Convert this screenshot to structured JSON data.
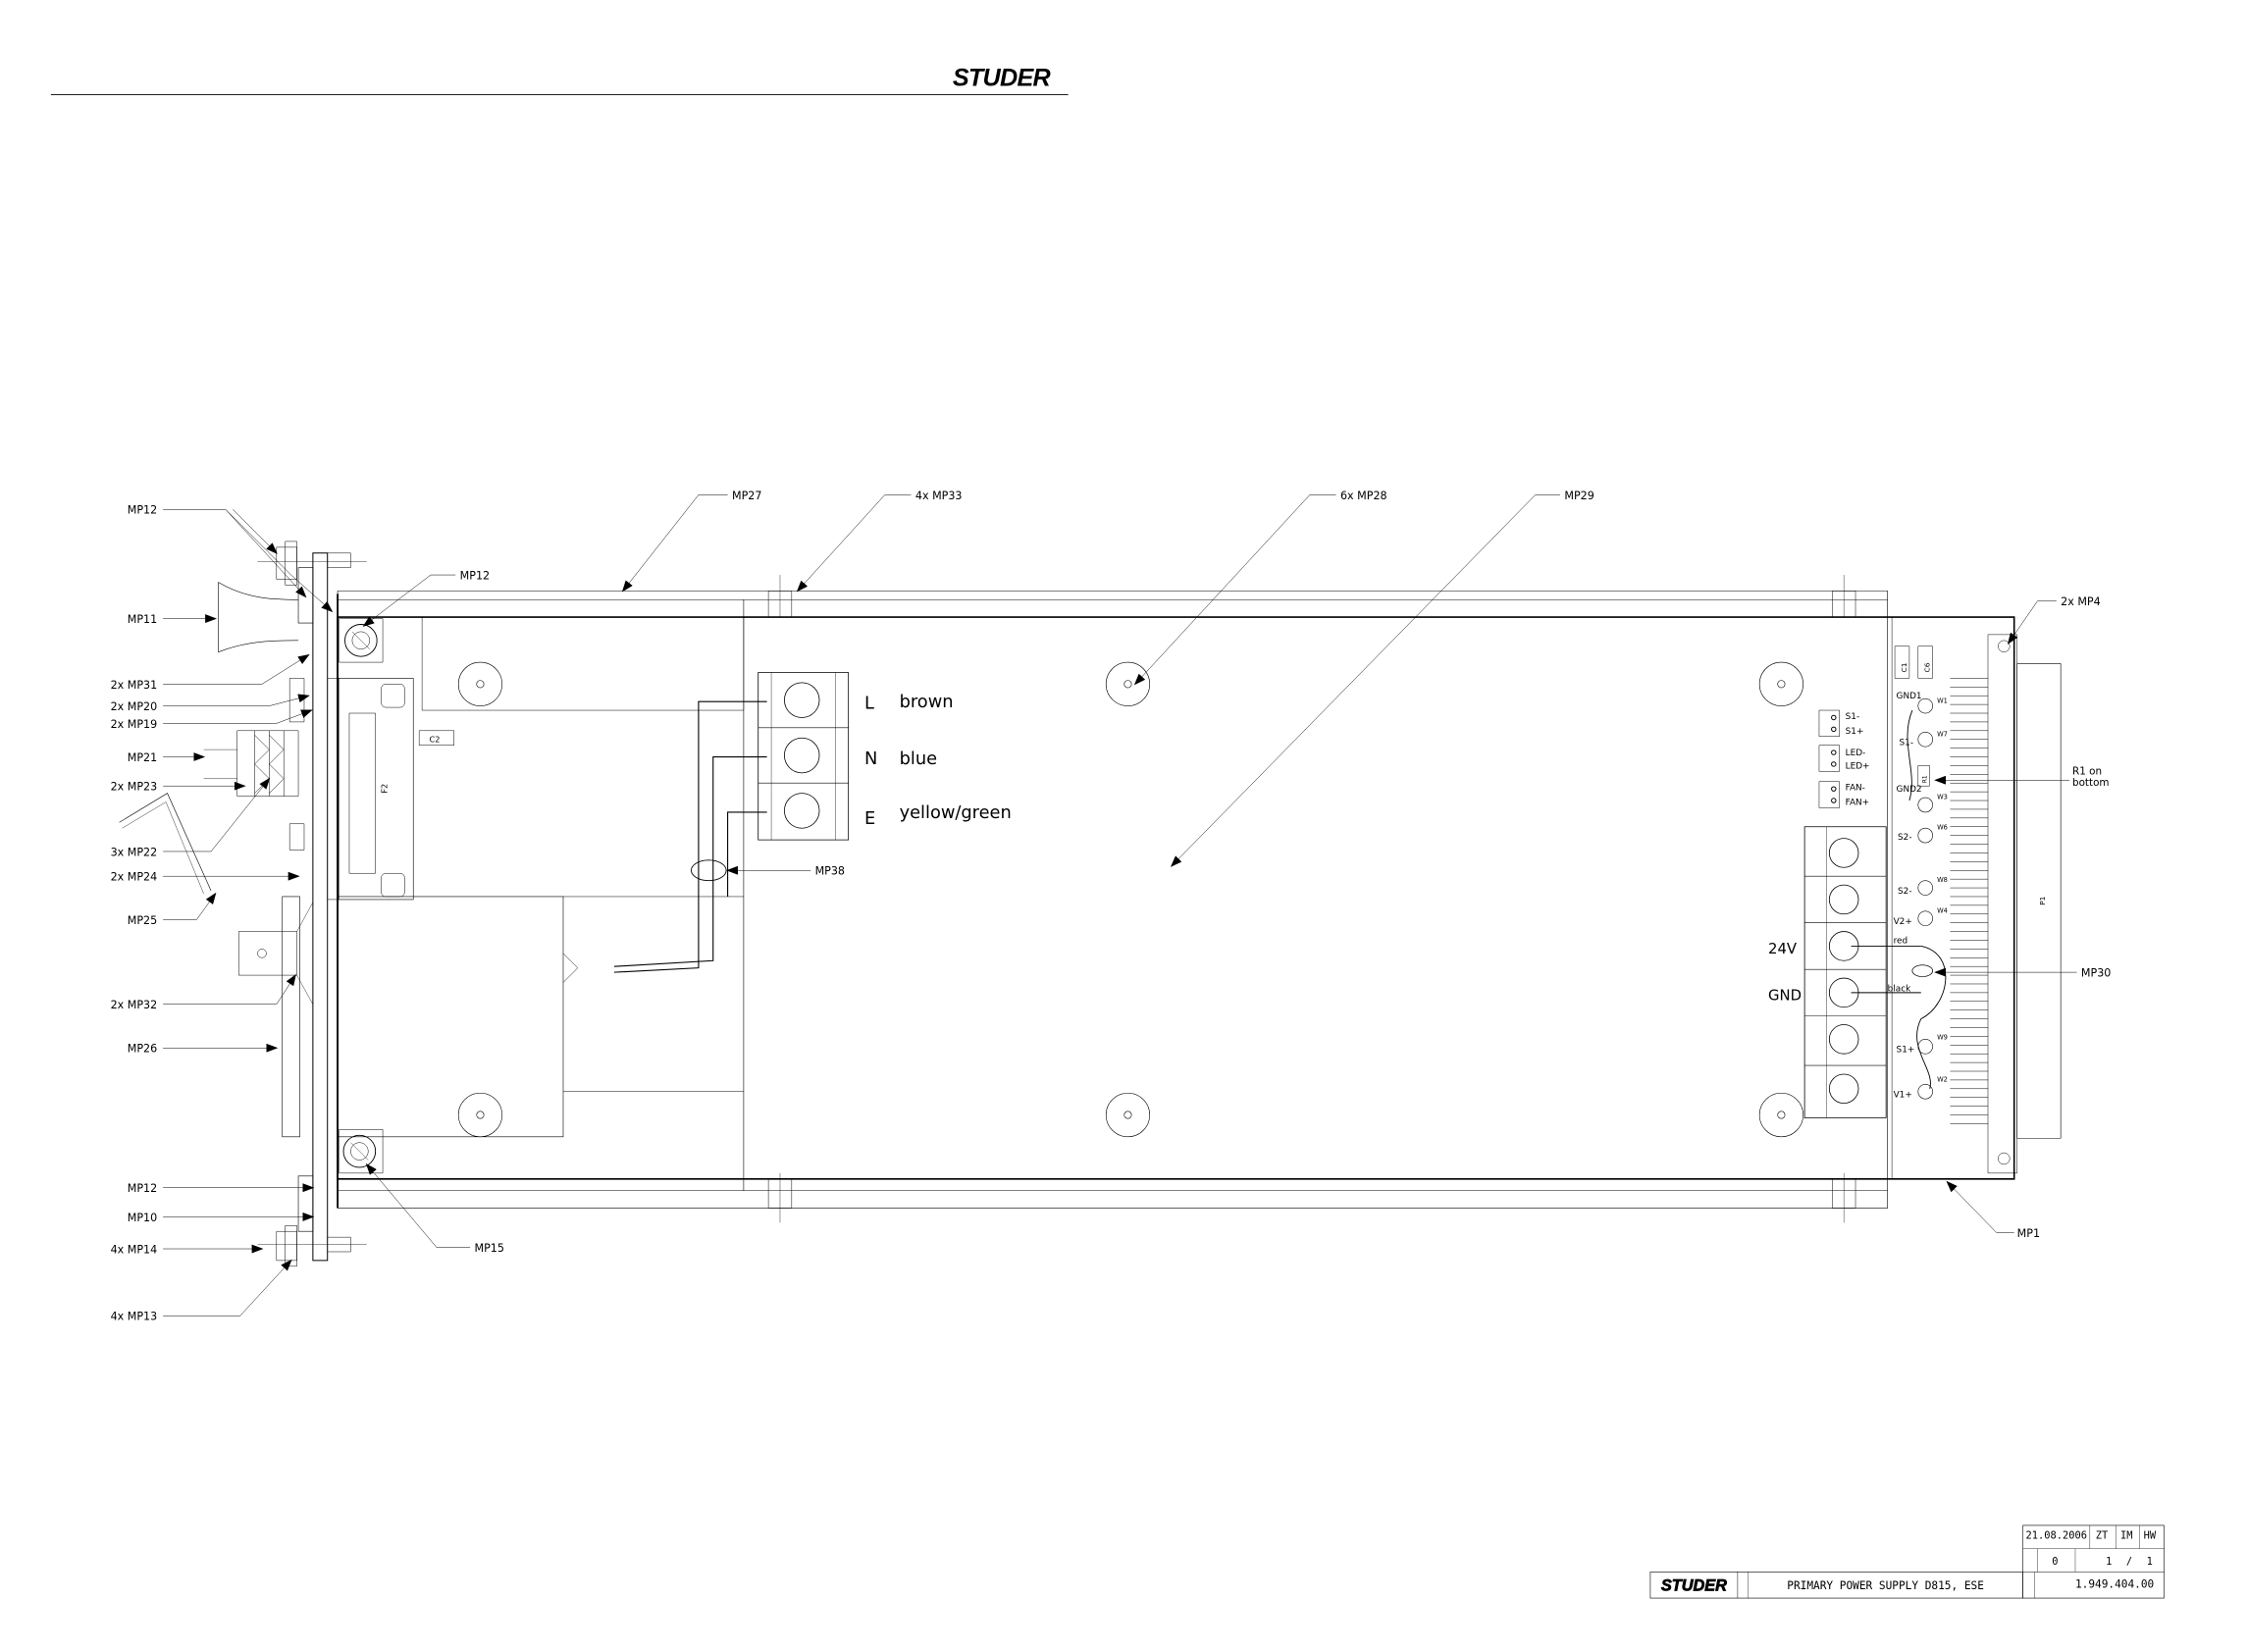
{
  "header": {
    "logo": "STUDER"
  },
  "callouts_left": {
    "mp12_top": "MP12",
    "mp11": "MP11",
    "mp31": "2x  MP31",
    "mp20": "2x  MP20",
    "mp19": "2x  MP19",
    "mp21": "MP21",
    "mp23": "2x  MP23",
    "mp22": "3x  MP22",
    "mp24": "2x  MP24",
    "mp25": "MP25",
    "mp32": "2x  MP32",
    "mp26": "MP26",
    "mp12_bottom": "MP12",
    "mp10": "MP10",
    "mp14": "4x  MP14",
    "mp13": "4x  MP13"
  },
  "callouts_top": {
    "mp27": "MP27",
    "mp33": "4x  MP33",
    "mp28": "6x  MP28",
    "mp29": "MP29",
    "mp12_inner": "MP12"
  },
  "callouts_right": {
    "mp4": "2x  MP4",
    "r1_line1": "R1  on",
    "r1_line2": "bottom",
    "mp30": "MP30",
    "mp1": "MP1"
  },
  "callouts_inner": {
    "mp38": "MP38",
    "mp15": "MP15",
    "c2": "C2",
    "f2": "F2",
    "p1": "P1"
  },
  "mains_terminals": [
    {
      "letter": "L",
      "wire": "brown"
    },
    {
      "letter": "N",
      "wire": "blue"
    },
    {
      "letter": "E",
      "wire": "yellow/green"
    }
  ],
  "dc_output": {
    "v24": "24V",
    "gnd": "GND",
    "red": "red",
    "black": "black"
  },
  "pcb_labels": {
    "c1": "C1",
    "c6": "C6",
    "r1": "R1",
    "gnd1": "GND1",
    "gnd2": "GND2",
    "s1m": "S1-",
    "s1p": "S1+",
    "s2a": "S2-",
    "s2b": "S2-",
    "v2p": "V2+",
    "s1p_b": "S1+",
    "v1p": "V1+",
    "w1": "W1",
    "w7": "W7",
    "w3": "W3",
    "w6": "W6",
    "w8": "W8",
    "w4": "W4",
    "w9": "W9",
    "w2": "W2",
    "conn_s1m": "S1-",
    "conn_s1p": "S1+",
    "conn_ledm": "LED-",
    "conn_ledp": "LED+",
    "conn_fanm": "FAN-",
    "conn_fanp": "FAN+"
  },
  "title_block": {
    "logo": "STUDER",
    "title": "PRIMARY POWER SUPPLY D815, ESE",
    "date": "21.08.2006",
    "drawn": "ZT",
    "checked": "IM",
    "approved": "HW",
    "revision": "0",
    "sheet": "1",
    "sheet_sep": "/",
    "sheets": "1",
    "drawing_no": "1.949.404.00"
  }
}
